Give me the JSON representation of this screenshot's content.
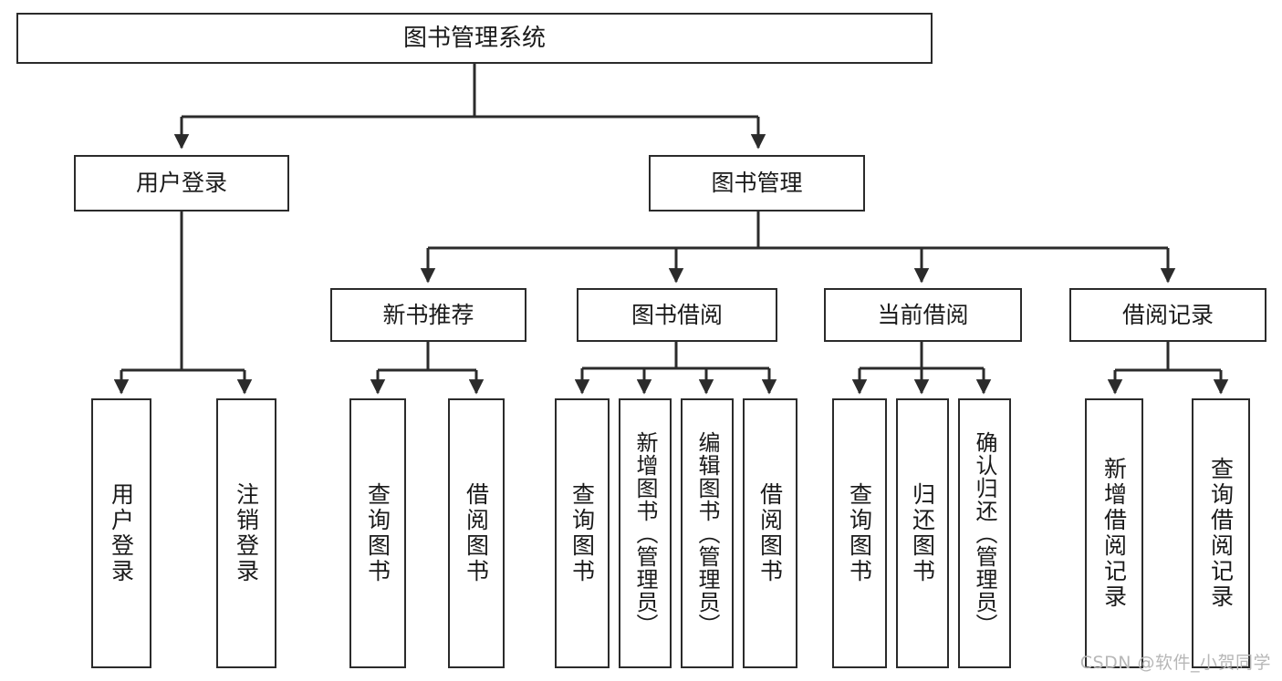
{
  "diagram": {
    "title": "图书管理系统",
    "type": "tree-hierarchy",
    "watermark": "CSDN @软件_小贺同学",
    "colors": {
      "background": "#ffffff",
      "box_border": "#2b2b2b",
      "box_fill": "#ffffff",
      "text": "#1a1a1a",
      "connector": "#2b2b2b",
      "watermark": "#b7b7b7"
    },
    "root": {
      "label": "图书管理系统"
    },
    "level2": [
      {
        "id": "user-login",
        "label": "用户登录"
      },
      {
        "id": "book-management",
        "label": "图书管理"
      }
    ],
    "level3": [
      {
        "id": "new-book-recommend",
        "label": "新书推荐",
        "parent": "book-management"
      },
      {
        "id": "book-borrow",
        "label": "图书借阅",
        "parent": "book-management"
      },
      {
        "id": "current-borrow",
        "label": "当前借阅",
        "parent": "book-management"
      },
      {
        "id": "borrow-record",
        "label": "借阅记录",
        "parent": "book-management"
      }
    ],
    "leaves": [
      {
        "id": "leaf-user-login",
        "label": "用户登录",
        "parent": "user-login"
      },
      {
        "id": "leaf-logout-login",
        "label": "注销登录",
        "parent": "user-login"
      },
      {
        "id": "leaf-query-book-1",
        "label": "查询图书",
        "parent": "new-book-recommend"
      },
      {
        "id": "leaf-borrow-book-1",
        "label": "借阅图书",
        "parent": "new-book-recommend"
      },
      {
        "id": "leaf-query-book-2",
        "label": "查询图书",
        "parent": "book-borrow"
      },
      {
        "id": "leaf-add-book",
        "label": "新增图书（管理员）",
        "parent": "book-borrow"
      },
      {
        "id": "leaf-edit-book",
        "label": "编辑图书（管理员）",
        "parent": "book-borrow"
      },
      {
        "id": "leaf-borrow-book-2",
        "label": "借阅图书",
        "parent": "book-borrow"
      },
      {
        "id": "leaf-query-book-3",
        "label": "查询图书",
        "parent": "current-borrow"
      },
      {
        "id": "leaf-return-book",
        "label": "归还图书",
        "parent": "current-borrow"
      },
      {
        "id": "leaf-confirm-return",
        "label": "确认归还（管理员）",
        "parent": "current-borrow"
      },
      {
        "id": "leaf-add-borrow-record",
        "label": "新增借阅记录",
        "parent": "borrow-record"
      },
      {
        "id": "leaf-query-borrow-record",
        "label": "查询借阅记录",
        "parent": "borrow-record"
      }
    ]
  }
}
